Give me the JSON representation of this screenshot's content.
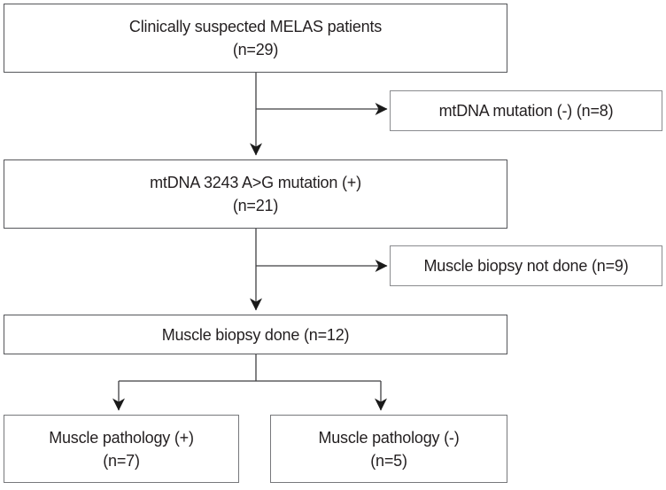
{
  "figure": {
    "background_color": "#ffffff",
    "line_color": "#3f3f41",
    "arrow_color": "#1a1a1a",
    "text_color": "#231f20"
  },
  "flowchart": {
    "nodes": [
      {
        "id": "clinically-suspected",
        "line1": "Clinically suspected MELAS patients",
        "line2": "(n=29)",
        "n": 29
      },
      {
        "id": "mtdna-mutation-negative",
        "line1": "mtDNA mutation (-) (n=8)",
        "line2": "",
        "n": 8
      },
      {
        "id": "mtdna-3243-positive",
        "line1": "mtDNA 3243 A>G mutation (+)",
        "line2": "(n=21)",
        "n": 21
      },
      {
        "id": "muscle-biopsy-not-done",
        "line1": "Muscle biopsy not done (n=9)",
        "line2": "",
        "n": 9
      },
      {
        "id": "muscle-biopsy-done",
        "line1": "Muscle biopsy done (n=12)",
        "line2": "",
        "n": 12
      },
      {
        "id": "muscle-pathology-positive",
        "line1": "Muscle pathology (+)",
        "line2": "(n=7)",
        "n": 7
      },
      {
        "id": "muscle-pathology-negative",
        "line1": "Muscle pathology (-)",
        "line2": "(n=5)",
        "n": 5
      }
    ],
    "edges": [
      {
        "from": "clinically-suspected",
        "to": "mtdna-mutation-negative"
      },
      {
        "from": "clinically-suspected",
        "to": "mtdna-3243-positive"
      },
      {
        "from": "mtdna-3243-positive",
        "to": "muscle-biopsy-not-done"
      },
      {
        "from": "mtdna-3243-positive",
        "to": "muscle-biopsy-done"
      },
      {
        "from": "muscle-biopsy-done",
        "to": "muscle-pathology-positive"
      },
      {
        "from": "muscle-biopsy-done",
        "to": "muscle-pathology-negative"
      }
    ]
  }
}
